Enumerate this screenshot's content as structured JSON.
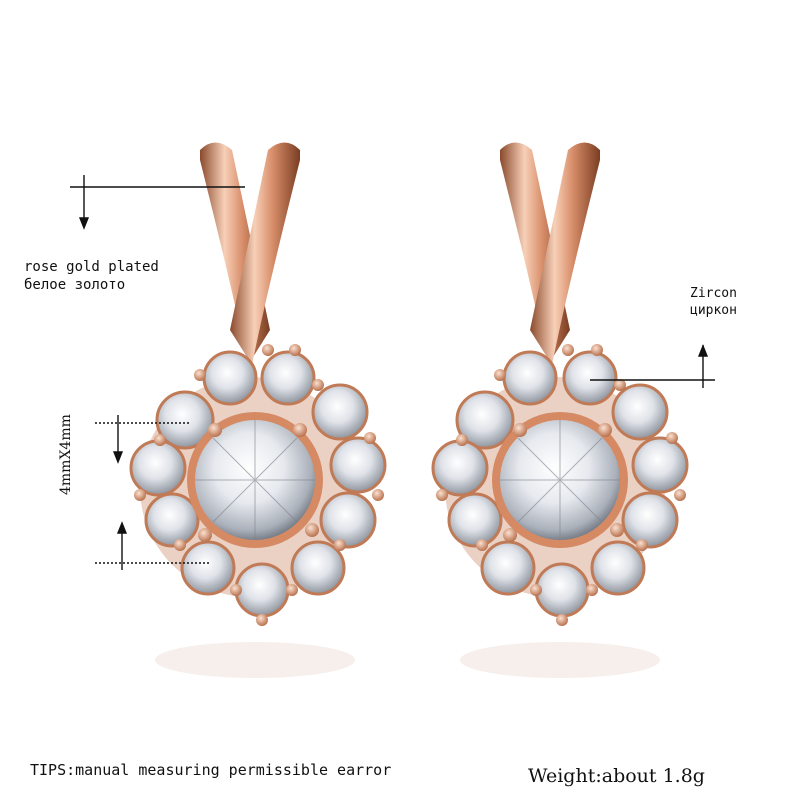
{
  "annotations": {
    "material_en": "rose gold plated",
    "material_ru": "белое золото",
    "stone_en": "Zircon",
    "stone_ru": "циркон",
    "stone_size": "4mmX4mm",
    "tips": "TIPS:manual measuring permissible earror",
    "weight": "Weight:about 1.8g"
  },
  "colors": {
    "rose_gold_light": "#f7d0b8",
    "rose_gold": "#d98f6b",
    "rose_gold_dark": "#8a4a2c",
    "crystal": "#e8eaee",
    "crystal_dark": "#9aa0aa"
  }
}
